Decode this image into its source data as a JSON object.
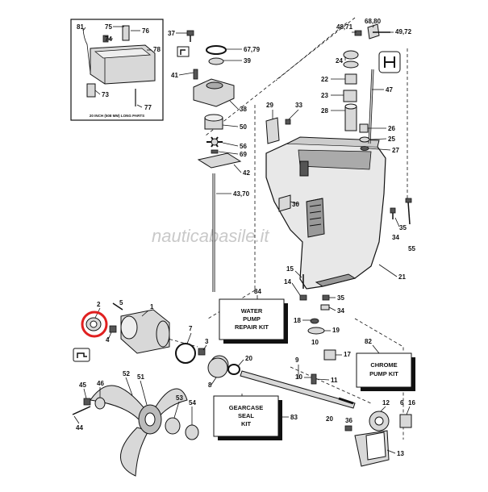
{
  "watermark": "nauticabasile.it",
  "inset_caption": "20 INCH (508 MM) LONG PARTS",
  "kits": {
    "water_pump": {
      "number": "84",
      "lines": [
        "WATER",
        "PUMP",
        "REPAIR KIT"
      ]
    },
    "chrome_pump": {
      "number": "82",
      "lines": [
        "CHROME",
        "PUMP KIT"
      ]
    },
    "gearcase_seal": {
      "number": "83",
      "lines": [
        "GEARCASE",
        "SEAL",
        "KIT"
      ]
    }
  },
  "callouts": [
    "81",
    "75",
    "74",
    "76",
    "78",
    "73",
    "77",
    "37",
    "67,79",
    "39",
    "41",
    "38",
    "50",
    "56",
    "69",
    "42",
    "43,70",
    "29",
    "33",
    "48,71",
    "68,80",
    "49,72",
    "24",
    "22",
    "23",
    "28",
    "47",
    "26",
    "25",
    "27",
    "30",
    "35",
    "34",
    "55",
    "21",
    "15",
    "14",
    "2",
    "5",
    "1",
    "4",
    "7",
    "3",
    "20",
    "6",
    "8",
    "18",
    "19",
    "10",
    "17",
    "9",
    "11",
    "52",
    "51",
    "46",
    "45",
    "44",
    "53",
    "54",
    "12",
    "36",
    "16",
    "13"
  ],
  "highlight_color": "#e02020"
}
